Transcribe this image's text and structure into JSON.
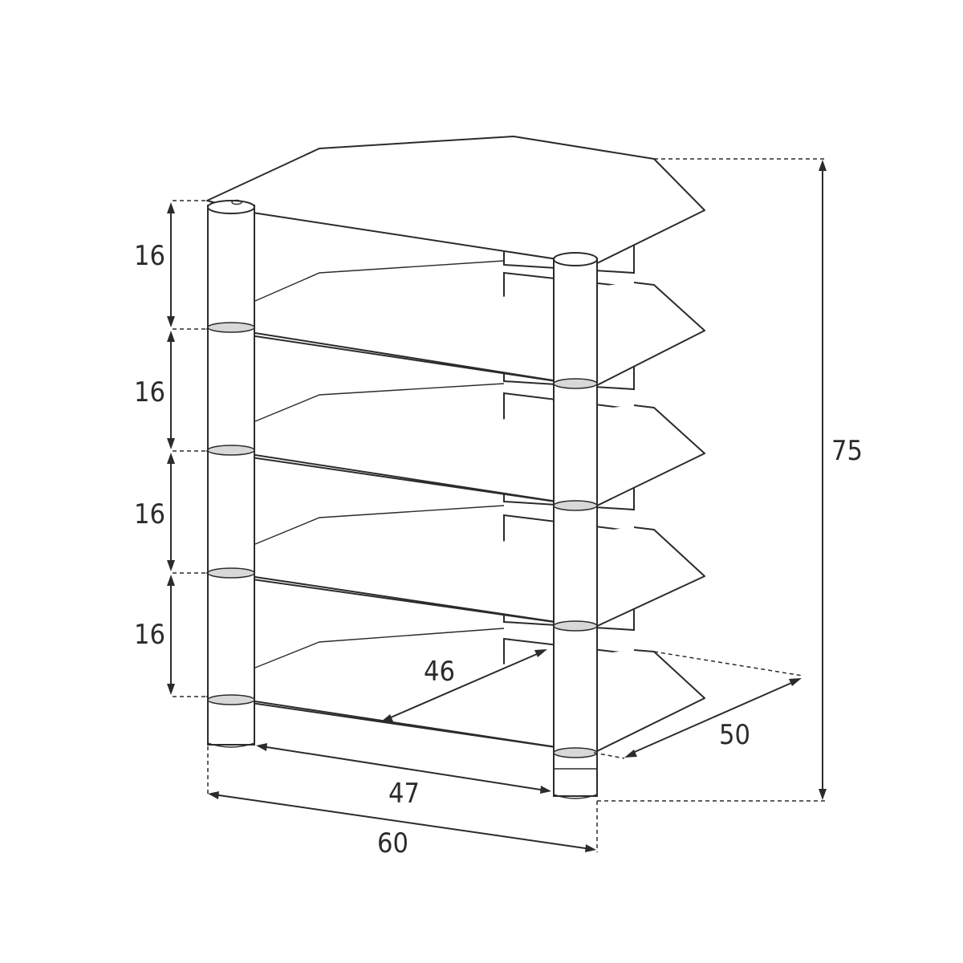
{
  "diagram": {
    "dimensions": {
      "shelf_spacing": [
        "16",
        "16",
        "16",
        "16"
      ],
      "total_height": "75",
      "depth": "50",
      "inner_diagonal": "46",
      "inner_width": "47",
      "outer_width": "60"
    }
  }
}
